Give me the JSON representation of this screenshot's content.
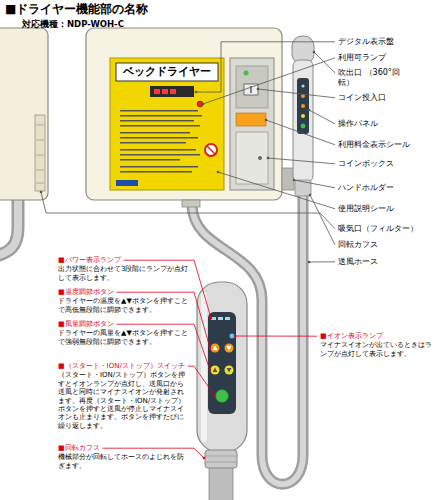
{
  "diagram": {
    "title": "■ドライヤー機能部の名称",
    "labels": [
      "対応機種：NDP-WOH-C",
      "ベックドライヤー",
      "デジタル表示盤",
      "利用可ランプ",
      "吹出口 （360°回転）",
      "コイン投入口",
      "操作パネル",
      "利用料金表示シール",
      "コインボックス",
      "ハンドホルダー",
      "使用説明シール",
      "吸気口（フィルター）",
      "回転カフス",
      "送風ホース",
      "■パワー表示ランプ",
      "出力状態に合わせて3段階にランプが点灯して表示します。",
      "■温度調節ボタン",
      "ドライヤーの温度を▲▼ボタンを押すことで高低無段階に調節できます。",
      "■風量調節ボタン",
      "ドライヤーの風量を▲▼ボタンを押すことで強弱無段階に調節できます。",
      "■（スタート・ION/ストップ）スイッチ",
      "（スタート・ION/ストップ）ボタンを押すとイオンランプが点灯し、送風口から送風と同時にマイナスイオンが発射されます。再度（スタート・ION/ストップ）ボタンを押すと送風が停止しマイナスイオンも止まります。ボタンを押すたびに繰り返します。",
      "■回転カフス",
      "機械部分が回転してホースのよじれを防ぎます。",
      "■イオン表示ランプ",
      "マイナスイオンが出ているときはランプが点灯して表示します。"
    ]
  }
}
